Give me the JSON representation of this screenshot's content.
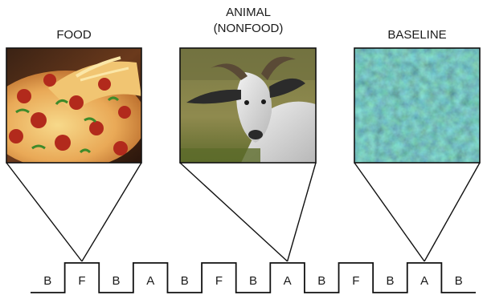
{
  "panels": [
    {
      "id": "food",
      "title_lines": [
        "FOOD"
      ],
      "image_kind": "pizza",
      "points_to_block": 1
    },
    {
      "id": "animal",
      "title_lines": [
        "ANIMAL",
        "(NONFOOD)"
      ],
      "image_kind": "goat",
      "points_to_block": 7
    },
    {
      "id": "baseline",
      "title_lines": [
        "BASELINE"
      ],
      "image_kind": "noise",
      "points_to_block": 11
    }
  ],
  "blocks": [
    "B",
    "F",
    "B",
    "A",
    "B",
    "F",
    "B",
    "A",
    "B",
    "F",
    "B",
    "A",
    "B"
  ],
  "block_levels": [
    "low",
    "high",
    "low",
    "high",
    "low",
    "high",
    "low",
    "high",
    "low",
    "high",
    "low",
    "high",
    "low"
  ],
  "colors": {
    "line": "#111111",
    "text": "#1a1a1a",
    "background": "#ffffff"
  }
}
